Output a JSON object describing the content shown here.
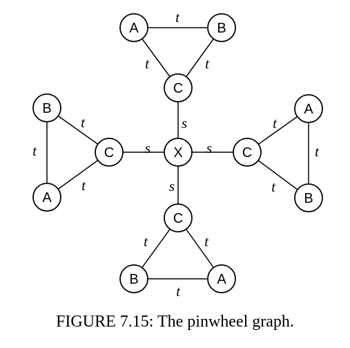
{
  "graph": {
    "nodes": [
      {
        "id": "X",
        "label": "X"
      },
      {
        "id": "top_C",
        "label": "C"
      },
      {
        "id": "top_A",
        "label": "A"
      },
      {
        "id": "top_B",
        "label": "B"
      },
      {
        "id": "left_C",
        "label": "C"
      },
      {
        "id": "left_B",
        "label": "B"
      },
      {
        "id": "left_A",
        "label": "A"
      },
      {
        "id": "right_C",
        "label": "C"
      },
      {
        "id": "right_A",
        "label": "A"
      },
      {
        "id": "right_B",
        "label": "B"
      },
      {
        "id": "bottom_C",
        "label": "C"
      },
      {
        "id": "bottom_B",
        "label": "B"
      },
      {
        "id": "bottom_A",
        "label": "A"
      }
    ],
    "edges": [
      {
        "from": "X",
        "to": "top_C",
        "label": "s"
      },
      {
        "from": "X",
        "to": "left_C",
        "label": "s"
      },
      {
        "from": "X",
        "to": "right_C",
        "label": "s"
      },
      {
        "from": "X",
        "to": "bottom_C",
        "label": "s"
      },
      {
        "from": "top_A",
        "to": "top_B",
        "label": "t"
      },
      {
        "from": "top_A",
        "to": "top_C",
        "label": "t"
      },
      {
        "from": "top_B",
        "to": "top_C",
        "label": "t"
      },
      {
        "from": "left_B",
        "to": "left_A",
        "label": "t"
      },
      {
        "from": "left_B",
        "to": "left_C",
        "label": "t"
      },
      {
        "from": "left_A",
        "to": "left_C",
        "label": "t"
      },
      {
        "from": "right_A",
        "to": "right_B",
        "label": "t"
      },
      {
        "from": "right_C",
        "to": "right_A",
        "label": "t"
      },
      {
        "from": "right_C",
        "to": "right_B",
        "label": "t"
      },
      {
        "from": "bottom_C",
        "to": "bottom_B",
        "label": "t"
      },
      {
        "from": "bottom_C",
        "to": "bottom_A",
        "label": "t"
      },
      {
        "from": "bottom_B",
        "to": "bottom_A",
        "label": "t"
      }
    ]
  },
  "caption": "FIGURE 7.15: The pinwheel graph."
}
